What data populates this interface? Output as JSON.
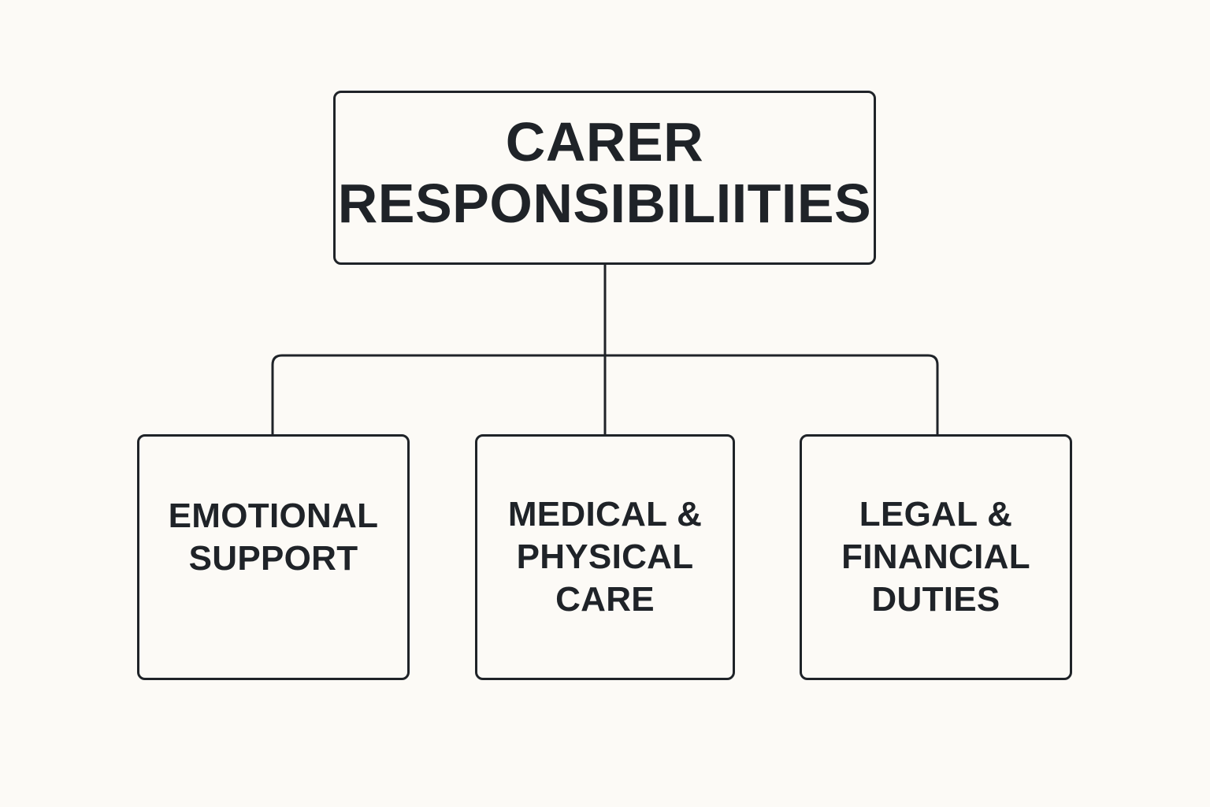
{
  "colors": {
    "background": "#fcfaf6",
    "stroke": "#1f2328",
    "text": "#1f2328"
  },
  "root": {
    "lines": [
      "CARER",
      "RESPONSIBILIITIES"
    ]
  },
  "children": [
    {
      "lines": [
        "EMOTIONAL",
        "SUPPORT"
      ]
    },
    {
      "lines": [
        "MEDICAL &",
        "PHYSICAL",
        "CARE"
      ]
    },
    {
      "lines": [
        "LEGAL &",
        "FINANCIAL",
        "DUTIES"
      ]
    }
  ]
}
